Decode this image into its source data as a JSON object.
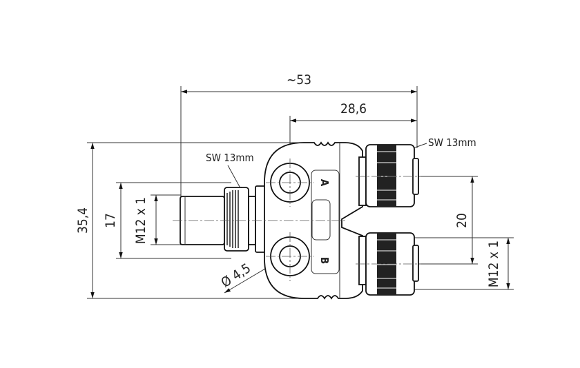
{
  "dimensions": {
    "overall_length": "~53",
    "offset_length": "28,6",
    "overall_height": "35,4",
    "left_height": "17",
    "left_thread": "M12 x 1",
    "port_spacing": "20",
    "right_thread": "M12 x 1",
    "hole_diameter": "Ø 4,5"
  },
  "annotations": {
    "wrench_left": "SW 13mm",
    "wrench_right": "SW 13mm",
    "port_a": "A",
    "port_b": "B"
  }
}
